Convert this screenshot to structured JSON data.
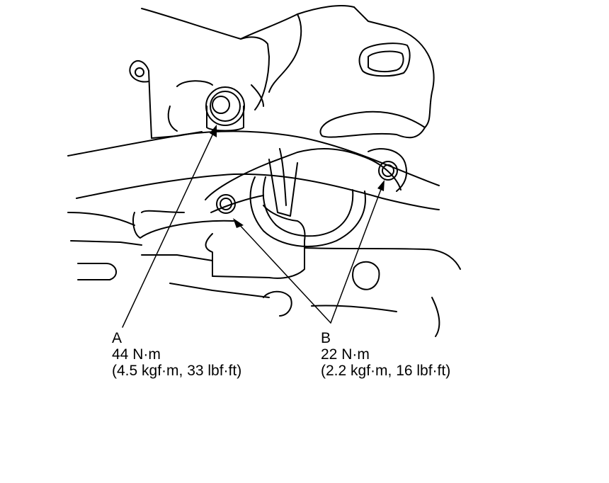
{
  "callouts": {
    "a": {
      "letter": "A",
      "torque_nm": "44 N·m",
      "torque_alt": "(4.5 kgf·m, 33 lbf·ft)"
    },
    "b": {
      "letter": "B",
      "torque_nm": "22 N·m",
      "torque_alt": "(2.2 kgf·m, 16 lbf·ft)"
    }
  },
  "colors": {
    "line": "#000000",
    "background": "#ffffff"
  },
  "parts": [
    "engine-mount-bracket",
    "mount-bolt-a",
    "mount-bolt-b"
  ]
}
